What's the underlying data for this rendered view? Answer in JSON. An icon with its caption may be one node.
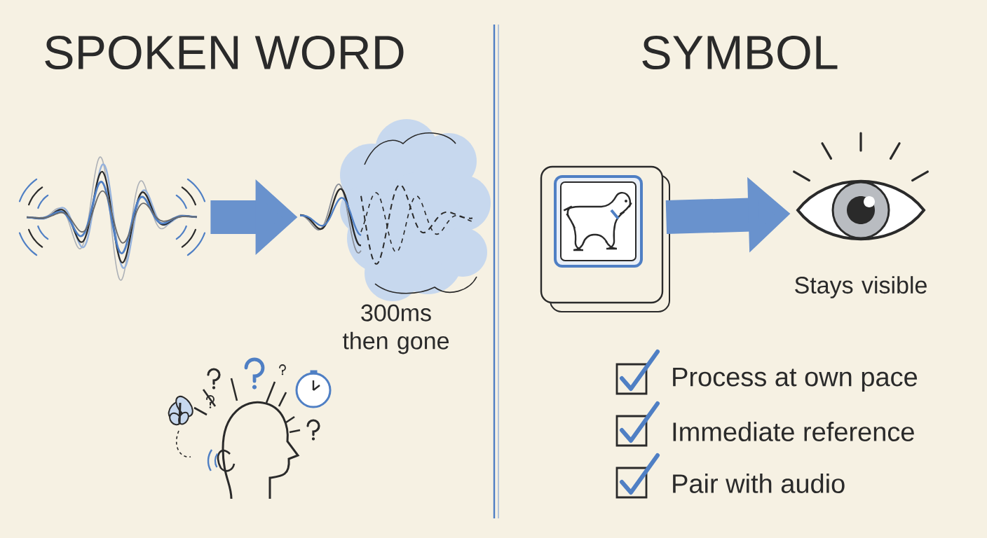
{
  "diagram": {
    "nodes": [
      {
        "text": [],
        "shape": "picture"
      },
      {
        "text": [],
        "shape": "picture",
        "beside": [
          "300ms then gone"
        ]
      },
      {
        "text": [],
        "shape": "picture"
      },
      {
        "text": [],
        "shape": "picture",
        "beside": [
          "Stays visible"
        ]
      }
    ],
    "edges": [
      {
        "from": 0,
        "to": 1,
        "arrow": "to"
      },
      {
        "from": 2,
        "to": 3,
        "arrow": "to"
      }
    ],
    "labels": [
      "SPOKEN WORD",
      "SYMBOL",
      "Process at own pace",
      "Immediate reference",
      "Pair with audio"
    ]
  }
}
